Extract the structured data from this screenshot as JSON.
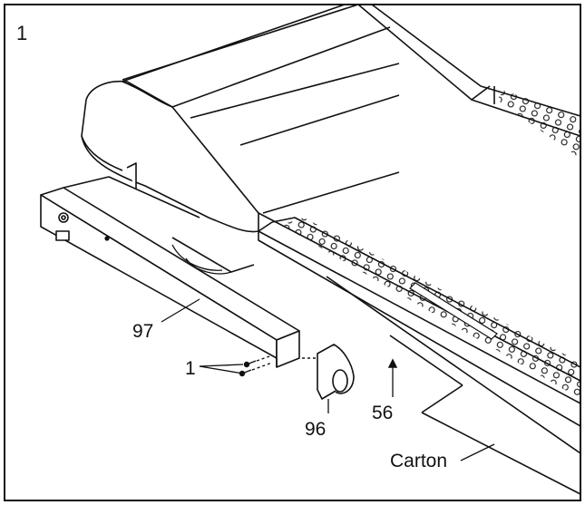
{
  "step_number": "1",
  "labels": {
    "rail": "97",
    "bolts": "1",
    "end_cap": "96",
    "deck": "56",
    "carton": "Carton"
  }
}
